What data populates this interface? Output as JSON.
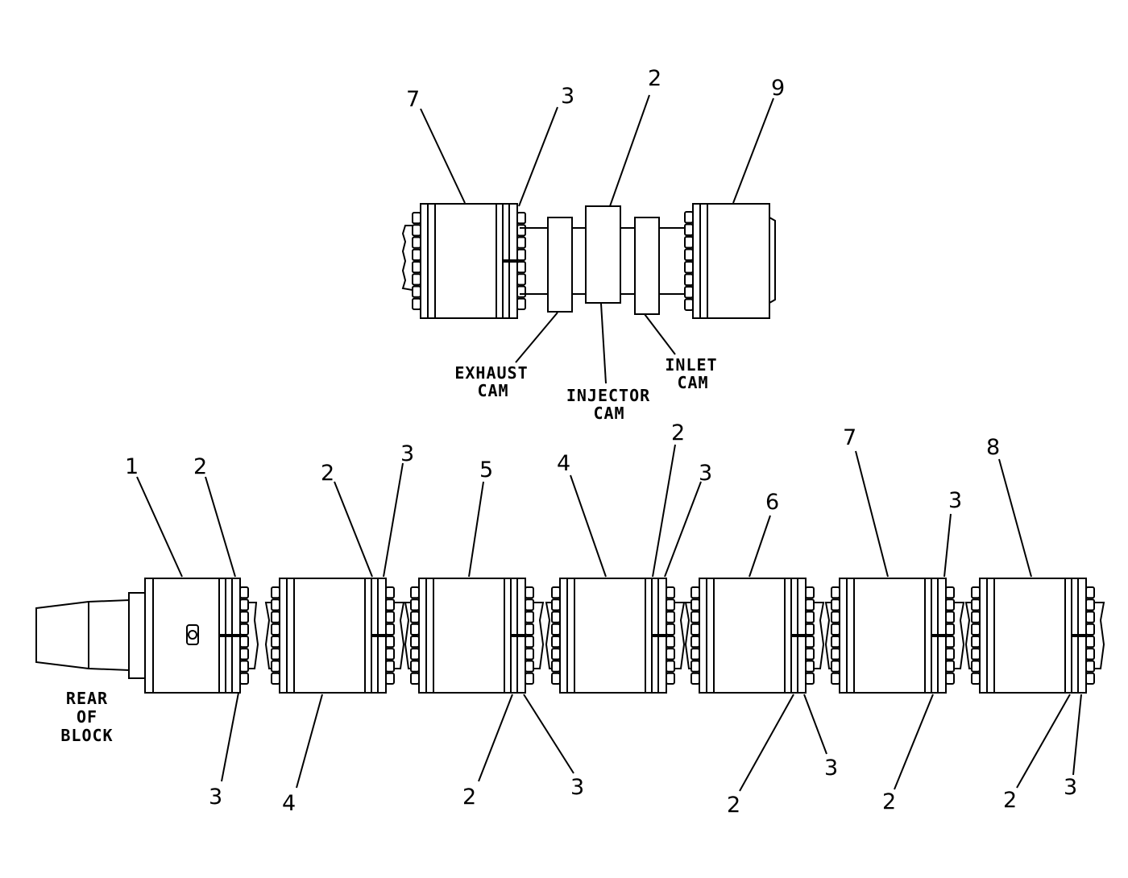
{
  "callouts": {
    "top_7": "7",
    "top_3": "3",
    "top_2": "2",
    "top_9": "9",
    "b_1": "1",
    "b_2a": "2",
    "b_3a": "3",
    "b_2b": "2",
    "b_3b": "3",
    "b_4a": "4",
    "b_5": "5",
    "b_2c": "2",
    "b_3c": "3",
    "b_4b": "4",
    "b_2d": "2",
    "b_3d": "3",
    "b_6": "6",
    "b_2e": "2",
    "b_3e": "3",
    "b_7": "7",
    "b_3f": "3",
    "b_2f": "2",
    "b_8": "8",
    "b_2g": "2",
    "b_3g": "3"
  },
  "notes": {
    "exhaust_cam": [
      "EXHAUST",
      "CAM"
    ],
    "injector_cam": [
      "INJECTOR",
      "CAM"
    ],
    "inlet_cam": [
      "INLET",
      "CAM"
    ],
    "rear_of_block": [
      "REAR",
      "OF",
      "BLOCK"
    ]
  }
}
